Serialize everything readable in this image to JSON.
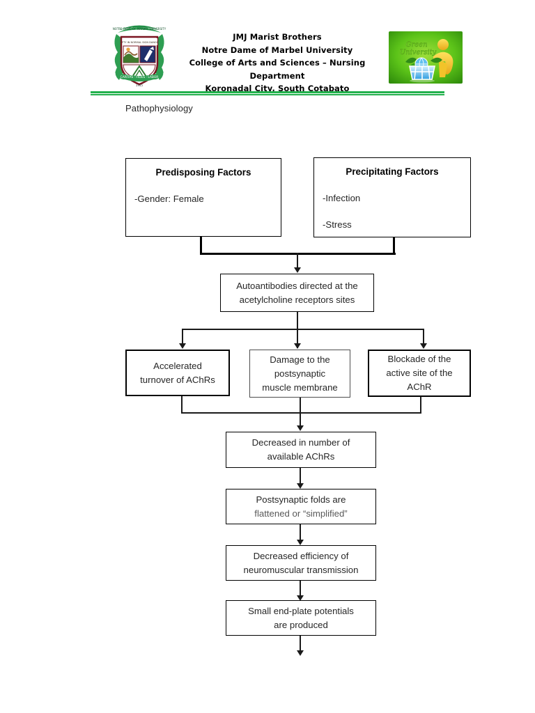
{
  "header": {
    "institution_lines": [
      "JMJ Marist Brothers",
      "Notre Dame of Marbel University",
      "College of Arts and Sciences – Nursing Department",
      "Koronadal City, South Cotabato"
    ],
    "crest_icon": "university-crest-icon",
    "green_logo": {
      "icon": "green-university-logo-icon",
      "line1": "Green",
      "line2": "University"
    },
    "rule_color": "#22b14c"
  },
  "subtitle": "Pathophysiology",
  "chart_data": {
    "type": "diagram",
    "title": "Pathophysiology",
    "nodes": [
      {
        "id": "predisposing",
        "title": "Predisposing Factors",
        "items": [
          "-Gender: Female"
        ],
        "border": "normal"
      },
      {
        "id": "precipitating",
        "title": "Precipitating Factors",
        "items": [
          "-Infection",
          "-Stress"
        ],
        "border": "normal"
      },
      {
        "id": "autoantibodies",
        "lines": [
          "Autoantibodies directed at the",
          "acetylcholine receptors sites"
        ],
        "border": "normal"
      },
      {
        "id": "accelerated-turnover",
        "lines": [
          "Accelerated",
          "turnover of AChRs"
        ],
        "border": "thick"
      },
      {
        "id": "damage-postsynaptic",
        "lines": [
          "Damage to the",
          "postsynaptic",
          "muscle membrane"
        ],
        "border": "thin"
      },
      {
        "id": "blockade-active-site",
        "lines": [
          "Blockade of the",
          "active site of the",
          "AChR"
        ],
        "border": "thick"
      },
      {
        "id": "decreased-achrs",
        "lines": [
          "Decreased in number of",
          "available AChRs"
        ],
        "border": "normal"
      },
      {
        "id": "postsynaptic-folds",
        "lines": [
          "Postsynaptic folds are",
          "flattened or “simplified”"
        ],
        "border": "normal"
      },
      {
        "id": "decreased-efficiency",
        "lines": [
          "Decreased efficiency of",
          "neuromuscular transmission"
        ],
        "border": "normal"
      },
      {
        "id": "small-end-plate",
        "lines": [
          "Small end-plate potentials",
          "are produced"
        ],
        "border": "normal"
      }
    ],
    "edges": [
      {
        "from": "predisposing",
        "to": "autoantibodies"
      },
      {
        "from": "precipitating",
        "to": "autoantibodies"
      },
      {
        "from": "autoantibodies",
        "to": "accelerated-turnover"
      },
      {
        "from": "autoantibodies",
        "to": "damage-postsynaptic"
      },
      {
        "from": "autoantibodies",
        "to": "blockade-active-site"
      },
      {
        "from": "accelerated-turnover",
        "to": "decreased-achrs"
      },
      {
        "from": "damage-postsynaptic",
        "to": "decreased-achrs"
      },
      {
        "from": "blockade-active-site",
        "to": "decreased-achrs"
      },
      {
        "from": "decreased-achrs",
        "to": "postsynaptic-folds"
      },
      {
        "from": "postsynaptic-folds",
        "to": "decreased-efficiency"
      },
      {
        "from": "decreased-efficiency",
        "to": "small-end-plate"
      },
      {
        "from": "small-end-plate",
        "to": "continues-below"
      }
    ]
  }
}
